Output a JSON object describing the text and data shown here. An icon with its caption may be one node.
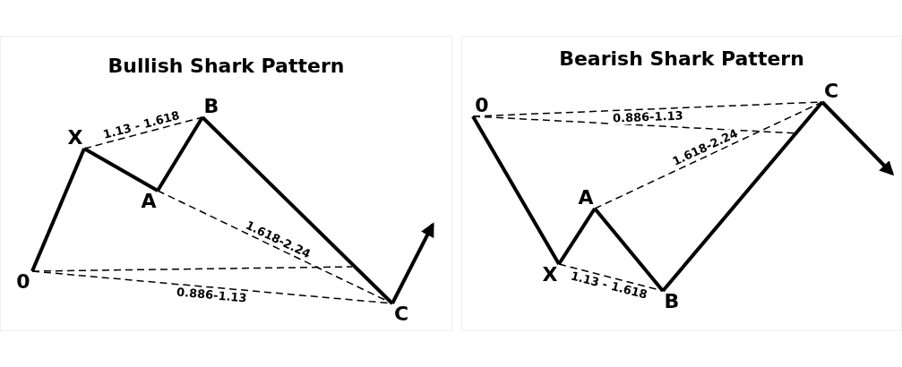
{
  "diagram": {
    "nodes": [
      {
        "text": [
          "Bullish Shark Pattern"
        ]
      },
      {
        "text": [
          "0"
        ],
        "in": 0
      },
      {
        "text": [
          "X"
        ],
        "in": 0
      },
      {
        "text": [
          "A"
        ],
        "in": 0
      },
      {
        "text": [
          "B"
        ],
        "in": 0
      },
      {
        "text": [
          "C"
        ],
        "in": 0
      },
      {
        "text": [
          "Bearish Shark Pattern"
        ]
      },
      {
        "text": [
          "0"
        ],
        "in": 6
      },
      {
        "text": [
          "X"
        ],
        "in": 6
      },
      {
        "text": [
          "A"
        ],
        "in": 6
      },
      {
        "text": [
          "B"
        ],
        "in": 6
      },
      {
        "text": [
          "C"
        ],
        "in": 6
      }
    ],
    "edges": [
      {
        "from": 1,
        "to": 2,
        "arrow": "none"
      },
      {
        "from": 2,
        "to": 3,
        "arrow": "none"
      },
      {
        "from": 3,
        "to": 4,
        "arrow": "none"
      },
      {
        "from": 4,
        "to": 5,
        "arrow": "none"
      },
      {
        "from": 5,
        "to": null,
        "arrow": "to"
      },
      {
        "from": 2,
        "to": 4,
        "arrow": "none",
        "label": "1.13 - 1.618",
        "style": "dashed"
      },
      {
        "from": 3,
        "to": 5,
        "arrow": "none",
        "label": "1.618-2.24",
        "style": "dashed"
      },
      {
        "from": 1,
        "to": 5,
        "arrow": "none",
        "label": "0.886-1.13",
        "style": "dashed"
      },
      {
        "from": 1,
        "to": null,
        "arrow": "none",
        "style": "dashed"
      },
      {
        "from": 7,
        "to": 8,
        "arrow": "none"
      },
      {
        "from": 8,
        "to": 9,
        "arrow": "none"
      },
      {
        "from": 9,
        "to": 10,
        "arrow": "none"
      },
      {
        "from": 10,
        "to": 11,
        "arrow": "none"
      },
      {
        "from": 11,
        "to": null,
        "arrow": "to"
      },
      {
        "from": 8,
        "to": 10,
        "arrow": "none",
        "label": "1.13 - 1.618",
        "style": "dashed"
      },
      {
        "from": 9,
        "to": 11,
        "arrow": "none",
        "label": "1.618-2.24",
        "style": "dashed"
      },
      {
        "from": 7,
        "to": 11,
        "arrow": "none",
        "label": "0.886-1.13",
        "style": "dashed"
      },
      {
        "from": 7,
        "to": null,
        "arrow": "none",
        "style": "dashed"
      }
    ]
  }
}
